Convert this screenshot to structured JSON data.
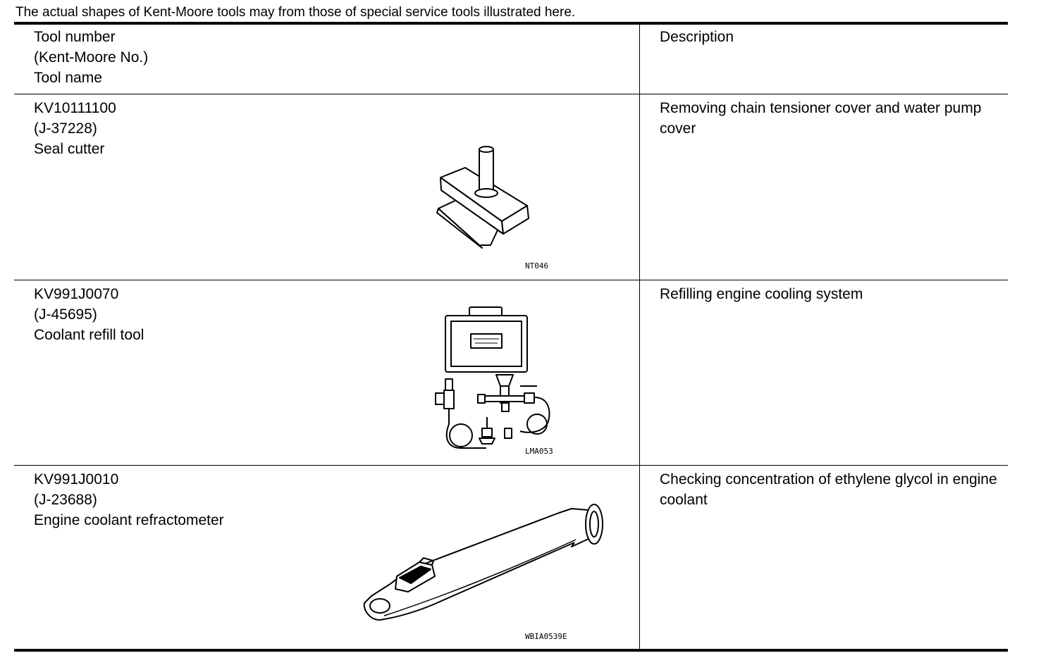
{
  "note": "The actual shapes of Kent-Moore tools may from those of special service tools illustrated here.",
  "header": {
    "tool_lines": [
      "Tool number",
      "(Kent-Moore No.)",
      "Tool name"
    ],
    "description": "Description"
  },
  "rows": [
    {
      "tool_number": "KV10111100",
      "kent_moore": "(J-37228)",
      "tool_name": "Seal cutter",
      "description": "Removing chain tensioner cover and water pump cover",
      "figure_code": "NT046",
      "figure_icon": "seal-cutter-illustration"
    },
    {
      "tool_number": "KV991J0070",
      "kent_moore": "(J-45695)",
      "tool_name": "Coolant refill tool",
      "description": "Refilling engine cooling system",
      "figure_code": "LMA053",
      "figure_icon": "coolant-refill-tool-illustration"
    },
    {
      "tool_number": "KV991J0010",
      "kent_moore": "(J-23688)",
      "tool_name": "Engine coolant refractometer",
      "description": "Checking concentration of ethylene glycol in engine coolant",
      "figure_code": "WBIA0539E",
      "figure_icon": "refractometer-illustration"
    }
  ]
}
